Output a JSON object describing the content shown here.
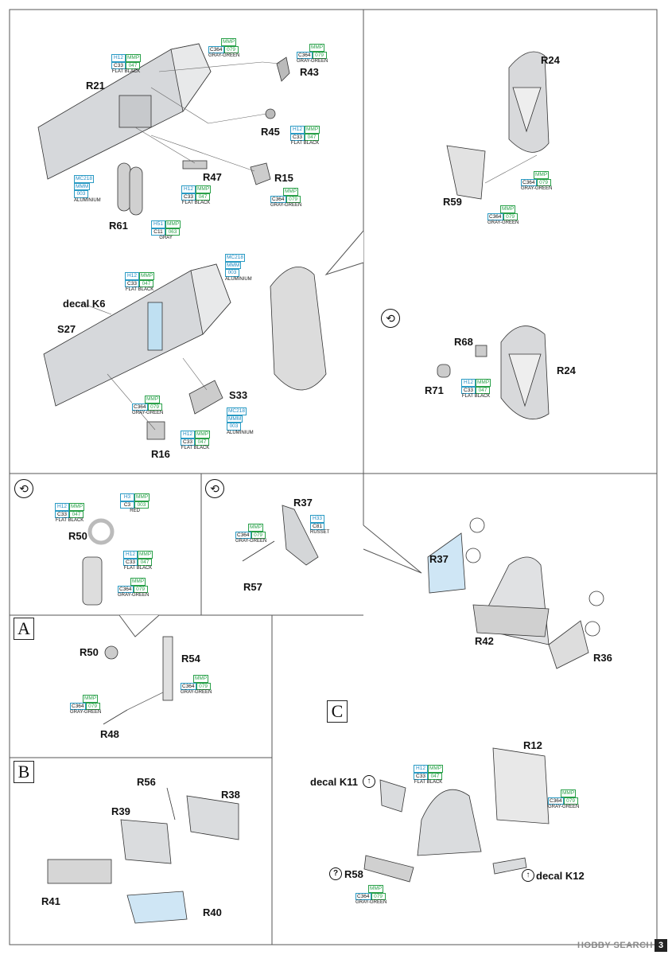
{
  "parts": {
    "R21": "R21",
    "R43": "R43",
    "R45": "R45",
    "R47": "R47",
    "R15": "R15",
    "R61": "R61",
    "R24a": "R24",
    "R59": "R59",
    "decalK6": "decal K6",
    "S27": "S27",
    "S33": "S33",
    "R16": "R16",
    "R68": "R68",
    "R71": "R71",
    "R24b": "R24",
    "R50a": "R50",
    "R37a": "R37",
    "R57": "R57",
    "R37b": "R37",
    "R42": "R42",
    "R36": "R36",
    "R50b": "R50",
    "R54": "R54",
    "R48": "R48",
    "R56": "R56",
    "R38": "R38",
    "R39": "R39",
    "R41": "R41",
    "R40": "R40",
    "R12": "R12",
    "decalK11": "decal K11",
    "R58": "R58",
    "decalK12": "decal K12"
  },
  "sections": {
    "A": "A",
    "B": "B",
    "C": "C"
  },
  "icons": {
    "rotate": "⟲",
    "question": "?",
    "up": "↑"
  },
  "colors": {
    "flatBlack": "FLAT BLACK",
    "grayGreen": "GRAY-GREEN",
    "aluminium": "ALUMINIUM",
    "gray": "GRAY",
    "red": "RED",
    "russet": "RUSSET"
  },
  "callouts": {
    "c1": [
      "H12",
      "MMP",
      "C33",
      "047",
      "FLAT BLACK"
    ],
    "c2": [
      "MMP",
      "C364",
      "079",
      "GRAY-GREEN"
    ],
    "c3": [
      "MMP",
      "C364",
      "079",
      "GRAY-GREEN"
    ],
    "c4": [
      "H12",
      "MMP",
      "C33",
      "047",
      "FLAT BLACK"
    ],
    "c5": [
      "MC218",
      "MMM",
      "003",
      "ALUMINIUM"
    ],
    "c6": [
      "H12",
      "MMP",
      "C33",
      "047",
      "FLAT BLACK"
    ],
    "c7": [
      "MMP",
      "C364",
      "079",
      "GRAY-GREEN"
    ],
    "c8": [
      "H51",
      "MMP",
      "C11",
      "063",
      "GRAY"
    ],
    "c9": [
      "MMP",
      "C364",
      "079",
      "GRAY-GREEN"
    ],
    "c10": [
      "MMP",
      "C364",
      "079",
      "GRAY-GREEN"
    ],
    "c11": [
      "MC218",
      "MMM",
      "003",
      "ALUMINIUM"
    ],
    "c12": [
      "H12",
      "MMP",
      "C33",
      "047",
      "FLAT BLACK"
    ],
    "c13": [
      "MMP",
      "C364",
      "079",
      "GRAY-GREEN"
    ],
    "c14": [
      "MC218",
      "MMM",
      "003",
      "ALUMINIUM"
    ],
    "c15": [
      "H12",
      "MMP",
      "C33",
      "047",
      "FLAT BLACK"
    ],
    "c16": [
      "H12",
      "MMP",
      "C33",
      "047",
      "FLAT BLACK"
    ],
    "c17": [
      "H12",
      "MMP",
      "C33",
      "047",
      "FLAT BLACK"
    ],
    "c18": [
      "H3",
      "MMP",
      "C3",
      "003",
      "RED"
    ],
    "c19": [
      "H12",
      "MMP",
      "C33",
      "047",
      "FLAT BLACK"
    ],
    "c20": [
      "MMP",
      "C364",
      "079",
      "GRAY-GREEN"
    ],
    "c21": [
      "MMP",
      "C364",
      "079",
      "GRAY-GREEN"
    ],
    "c22": [
      "H33",
      "C81",
      "RUSSET"
    ],
    "c23": [
      "MMP",
      "C364",
      "079",
      "GRAY-GREEN"
    ],
    "c24": [
      "MMP",
      "C364",
      "079",
      "GRAY-GREEN"
    ],
    "c25": [
      "H12",
      "MMP",
      "C33",
      "047",
      "FLAT BLACK"
    ],
    "c26": [
      "MMP",
      "C364",
      "079",
      "GRAY-GREEN"
    ],
    "c27": [
      "MMP",
      "C364",
      "079",
      "GRAY-GREEN"
    ]
  },
  "footer": {
    "brand": "HOBBY SEARCH",
    "page": "3"
  }
}
